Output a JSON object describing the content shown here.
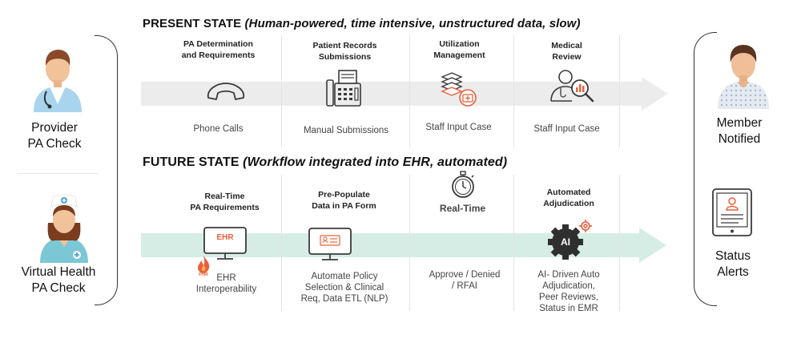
{
  "present": {
    "title": "PRESENT STATE",
    "subtitle": "(Human-powered, time intensive, unstructured data, slow)",
    "columns": [
      {
        "title": "PA Determination\nand Requirements",
        "caption": "Phone Calls",
        "icon": "phone-icon"
      },
      {
        "title": "Patient Records\nSubmissions",
        "caption": "Manual Submissions",
        "icon": "fax-icon"
      },
      {
        "title": "Utilization\nManagement",
        "caption": "Staff Input Case",
        "icon": "stack-medical-icon"
      },
      {
        "title": "Medical\nReview",
        "caption": "Staff Input Case",
        "icon": "doctor-search-icon"
      }
    ]
  },
  "future": {
    "title": "FUTURE STATE",
    "subtitle": "(Workflow integrated into EHR, automated)",
    "columns": [
      {
        "title": "Real-Time\nPA Requirements",
        "caption": "EHR\nInteroperability",
        "icon": "ehr-monitor-icon",
        "screen_text": "EHR",
        "logo_text": "FHIR"
      },
      {
        "title": "Pre-Populate\nData in PA Form",
        "caption": "Automate Policy\nSelection & Clinical\nReq, Data ETL (NLP)",
        "icon": "form-monitor-icon"
      },
      {
        "title": "Real-Time",
        "caption": "Approve / Denied\n/ RFAI",
        "icon": "stopwatch-icon"
      },
      {
        "title": "Automated\nAdjudication",
        "caption": "AI- Driven Auto\nAdjudication,\nPeer Reviews,\nStatus in EMR",
        "icon": "ai-gear-icon",
        "chip_text": "AI"
      }
    ]
  },
  "left": {
    "provider_label": "Provider\nPA Check",
    "virtual_label": "Virtual Health\nPA Check"
  },
  "right": {
    "member_label": "Member\nNotified",
    "status_label": "Status\nAlerts"
  },
  "colors": {
    "present_arrow": "#ececec",
    "future_arrow": "#d6ede6",
    "accent": "#e8603c",
    "icon_stroke": "#3a3a3a"
  }
}
